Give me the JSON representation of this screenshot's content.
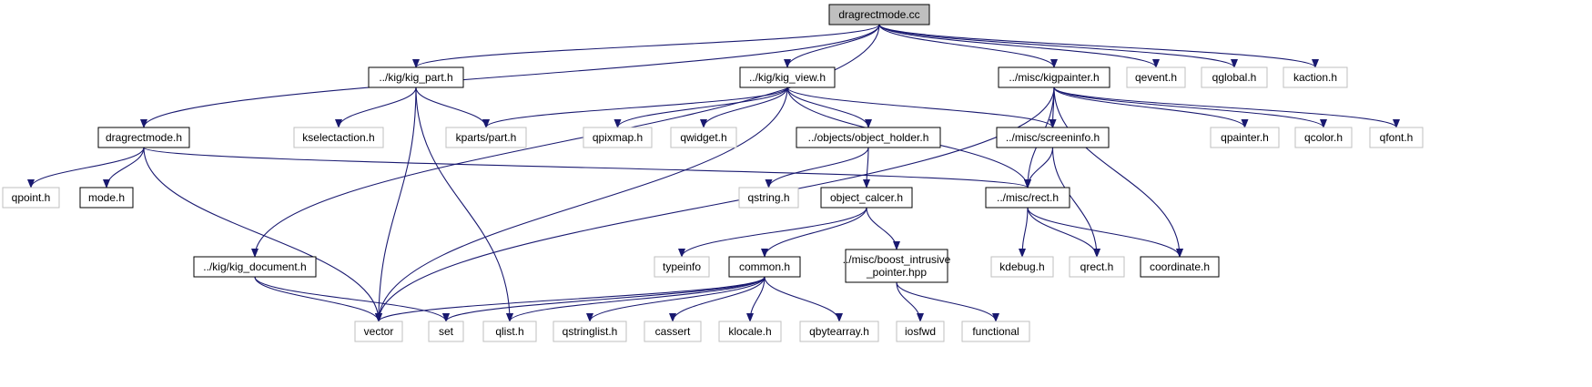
{
  "diagram": {
    "colors": {
      "edge": "#191970",
      "node_border": "#000000",
      "external_border": "#bfbfbf",
      "root_fill": "#bfbfbf"
    },
    "nodes": [
      {
        "id": "root",
        "lines": [
          "dragrectmode.cc"
        ],
        "kind": "root"
      },
      {
        "id": "kig_part",
        "lines": [
          "../kig/kig_part.h"
        ],
        "kind": "local"
      },
      {
        "id": "kig_view",
        "lines": [
          "../kig/kig_view.h"
        ],
        "kind": "local"
      },
      {
        "id": "kigpainter",
        "lines": [
          "../misc/kigpainter.h"
        ],
        "kind": "local"
      },
      {
        "id": "qevent",
        "lines": [
          "qevent.h"
        ],
        "kind": "external"
      },
      {
        "id": "qglobal",
        "lines": [
          "qglobal.h"
        ],
        "kind": "external"
      },
      {
        "id": "kaction",
        "lines": [
          "kaction.h"
        ],
        "kind": "external"
      },
      {
        "id": "dragrectmode_h",
        "lines": [
          "dragrectmode.h"
        ],
        "kind": "local"
      },
      {
        "id": "kselectaction",
        "lines": [
          "kselectaction.h"
        ],
        "kind": "external"
      },
      {
        "id": "kparts",
        "lines": [
          "kparts/part.h"
        ],
        "kind": "external"
      },
      {
        "id": "qpixmap",
        "lines": [
          "qpixmap.h"
        ],
        "kind": "external"
      },
      {
        "id": "qwidget",
        "lines": [
          "qwidget.h"
        ],
        "kind": "external"
      },
      {
        "id": "object_holder",
        "lines": [
          "../objects/object_holder.h"
        ],
        "kind": "local"
      },
      {
        "id": "screeninfo",
        "lines": [
          "../misc/screeninfo.h"
        ],
        "kind": "local"
      },
      {
        "id": "qpainter",
        "lines": [
          "qpainter.h"
        ],
        "kind": "external"
      },
      {
        "id": "qcolor",
        "lines": [
          "qcolor.h"
        ],
        "kind": "external"
      },
      {
        "id": "qfont",
        "lines": [
          "qfont.h"
        ],
        "kind": "external"
      },
      {
        "id": "qpoint",
        "lines": [
          "qpoint.h"
        ],
        "kind": "external"
      },
      {
        "id": "mode",
        "lines": [
          "mode.h"
        ],
        "kind": "local"
      },
      {
        "id": "qstring",
        "lines": [
          "qstring.h"
        ],
        "kind": "external"
      },
      {
        "id": "object_calcer",
        "lines": [
          "object_calcer.h"
        ],
        "kind": "local"
      },
      {
        "id": "rect",
        "lines": [
          "../misc/rect.h"
        ],
        "kind": "local"
      },
      {
        "id": "typeinfo",
        "lines": [
          "typeinfo"
        ],
        "kind": "external"
      },
      {
        "id": "common",
        "lines": [
          "common.h"
        ],
        "kind": "local"
      },
      {
        "id": "boost_ptr",
        "lines": [
          "../misc/boost_intrusive",
          "_pointer.hpp"
        ],
        "kind": "local"
      },
      {
        "id": "kdebug",
        "lines": [
          "kdebug.h"
        ],
        "kind": "external"
      },
      {
        "id": "qrect",
        "lines": [
          "qrect.h"
        ],
        "kind": "external"
      },
      {
        "id": "coordinate",
        "lines": [
          "coordinate.h"
        ],
        "kind": "local"
      },
      {
        "id": "kig_document",
        "lines": [
          "../kig/kig_document.h"
        ],
        "kind": "local"
      },
      {
        "id": "vector",
        "lines": [
          "vector"
        ],
        "kind": "external"
      },
      {
        "id": "set",
        "lines": [
          "set"
        ],
        "kind": "external"
      },
      {
        "id": "qlist",
        "lines": [
          "qlist.h"
        ],
        "kind": "external"
      },
      {
        "id": "qstringlist",
        "lines": [
          "qstringlist.h"
        ],
        "kind": "external"
      },
      {
        "id": "cassert",
        "lines": [
          "cassert"
        ],
        "kind": "external"
      },
      {
        "id": "klocale",
        "lines": [
          "klocale.h"
        ],
        "kind": "external"
      },
      {
        "id": "qbytearray",
        "lines": [
          "qbytearray.h"
        ],
        "kind": "external"
      },
      {
        "id": "iosfwd",
        "lines": [
          "iosfwd"
        ],
        "kind": "external"
      },
      {
        "id": "functional",
        "lines": [
          "functional"
        ],
        "kind": "external"
      }
    ],
    "edges": [
      [
        "root",
        "dragrectmode_h"
      ],
      [
        "root",
        "kig_document"
      ],
      [
        "root",
        "kig_part"
      ],
      [
        "root",
        "kig_view"
      ],
      [
        "root",
        "kigpainter"
      ],
      [
        "root",
        "qevent"
      ],
      [
        "root",
        "qglobal"
      ],
      [
        "root",
        "kaction"
      ],
      [
        "kig_part",
        "kselectaction"
      ],
      [
        "kig_part",
        "kparts"
      ],
      [
        "kig_part",
        "vector"
      ],
      [
        "kig_part",
        "qlist"
      ],
      [
        "kig_view",
        "kparts"
      ],
      [
        "kig_view",
        "qpixmap"
      ],
      [
        "kig_view",
        "qwidget"
      ],
      [
        "kig_view",
        "object_holder"
      ],
      [
        "kig_view",
        "screeninfo"
      ],
      [
        "kig_view",
        "rect"
      ],
      [
        "kig_view",
        "vector"
      ],
      [
        "kigpainter",
        "vector"
      ],
      [
        "kigpainter",
        "screeninfo"
      ],
      [
        "kigpainter",
        "rect"
      ],
      [
        "kigpainter",
        "coordinate"
      ],
      [
        "kigpainter",
        "qpainter"
      ],
      [
        "kigpainter",
        "qcolor"
      ],
      [
        "kigpainter",
        "qfont"
      ],
      [
        "dragrectmode_h",
        "qpoint"
      ],
      [
        "dragrectmode_h",
        "mode"
      ],
      [
        "dragrectmode_h",
        "rect"
      ],
      [
        "dragrectmode_h",
        "vector"
      ],
      [
        "object_holder",
        "qstring"
      ],
      [
        "object_holder",
        "object_calcer"
      ],
      [
        "screeninfo",
        "rect"
      ],
      [
        "screeninfo",
        "qrect"
      ],
      [
        "rect",
        "kdebug"
      ],
      [
        "rect",
        "qrect"
      ],
      [
        "rect",
        "coordinate"
      ],
      [
        "object_calcer",
        "typeinfo"
      ],
      [
        "object_calcer",
        "common"
      ],
      [
        "object_calcer",
        "boost_ptr"
      ],
      [
        "common",
        "vector"
      ],
      [
        "common",
        "set"
      ],
      [
        "common",
        "qlist"
      ],
      [
        "common",
        "qstringlist"
      ],
      [
        "common",
        "cassert"
      ],
      [
        "common",
        "klocale"
      ],
      [
        "common",
        "qbytearray"
      ],
      [
        "boost_ptr",
        "iosfwd"
      ],
      [
        "boost_ptr",
        "functional"
      ],
      [
        "kig_document",
        "vector"
      ],
      [
        "kig_document",
        "set"
      ]
    ]
  }
}
